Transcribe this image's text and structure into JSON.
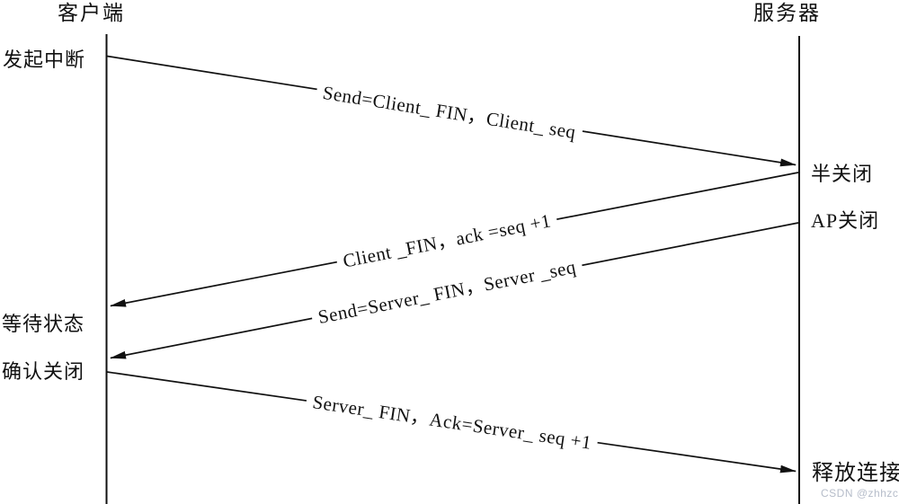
{
  "participants": {
    "client": "客户端",
    "server": "服务器"
  },
  "client_states": [
    {
      "label": "发起中断"
    },
    {
      "label": "等待状态"
    },
    {
      "label": "确认关闭"
    }
  ],
  "server_states": [
    {
      "label": "半关闭"
    },
    {
      "label": "AP关闭"
    },
    {
      "label": "释放连接"
    }
  ],
  "messages": [
    {
      "from": "client",
      "to": "server",
      "label": "Send=Client_ FIN，Client_ seq"
    },
    {
      "from": "server",
      "to": "client",
      "label": "Client _FIN，ack =seq +1"
    },
    {
      "from": "server",
      "to": "client",
      "label": "Send=Server_ FIN，Server _seq"
    },
    {
      "from": "client",
      "to": "server",
      "label": "Server_ FIN，Ack=Server_ seq +1"
    }
  ],
  "watermark": "CSDN @zhhzc",
  "colors": {
    "ink": "#111111",
    "watermark": "#b5bcc9",
    "background": "#ffffff"
  }
}
